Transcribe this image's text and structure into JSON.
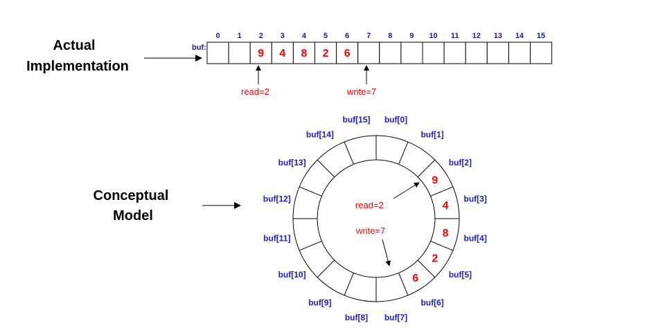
{
  "left_labels": {
    "actual_line1": "Actual",
    "actual_line2": "Implementation",
    "conceptual_line1": "Conceptual",
    "conceptual_line2": "Model"
  },
  "array": {
    "label": "buf:",
    "indices": [
      "0",
      "1",
      "2",
      "3",
      "4",
      "5",
      "6",
      "7",
      "8",
      "9",
      "10",
      "11",
      "12",
      "13",
      "14",
      "15"
    ],
    "values": [
      "",
      "",
      "9",
      "4",
      "8",
      "2",
      "6",
      "",
      "",
      "",
      "",
      "",
      "",
      "",
      "",
      ""
    ],
    "read_label": "read=2",
    "write_label": "write=7"
  },
  "ring": {
    "slot_labels": [
      "buf[0]",
      "buf[1]",
      "buf[2]",
      "buf[3]",
      "buf[4]",
      "buf[5]",
      "buf[6]",
      "buf[7]",
      "buf[8]",
      "buf[9]",
      "buf[10]",
      "buf[11]",
      "buf[12]",
      "buf[13]",
      "buf[14]",
      "buf[15]"
    ],
    "values": [
      "",
      "",
      "9",
      "4",
      "8",
      "2",
      "6",
      "",
      "",
      "",
      "",
      "",
      "",
      "",
      "",
      ""
    ],
    "read_label": "read=2",
    "write_label": "write=7"
  },
  "colors": {
    "index_text": "#1a1aa6",
    "buf_label_text": "#1a1ad0",
    "value_text": "#ff0000",
    "pointer_text": "#ff0000"
  }
}
